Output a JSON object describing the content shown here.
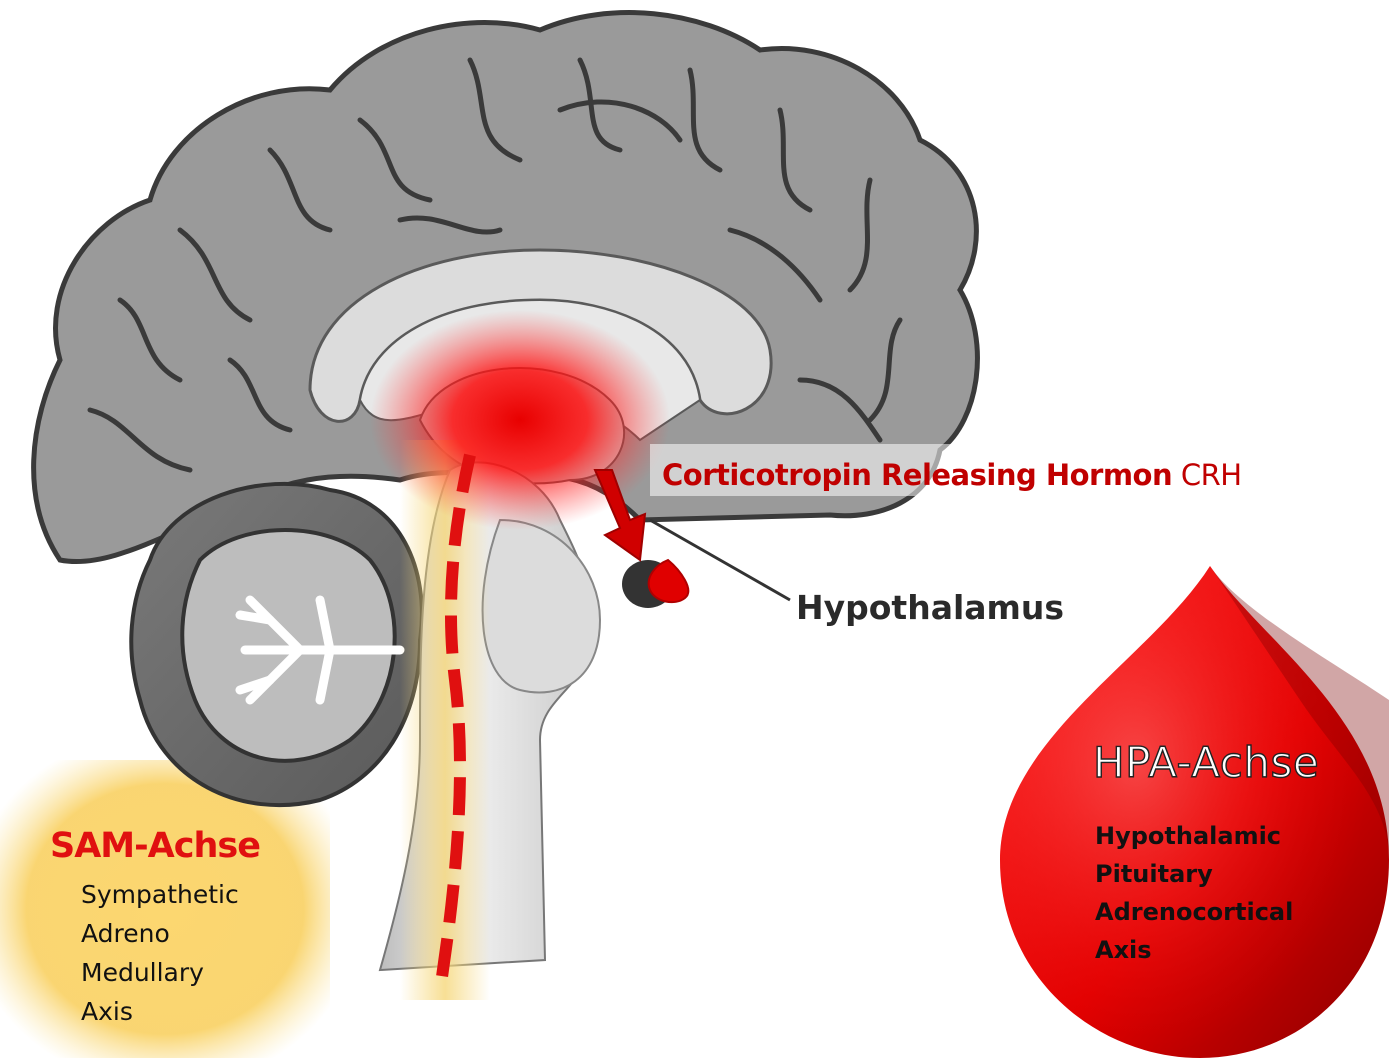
{
  "labels": {
    "crh_bold": "Corticotropin Releasing Hormon",
    "crh_abbr": "CRH",
    "hypothalamus": "Hypothalamus"
  },
  "sam": {
    "title": "SAM-Achse",
    "lines": [
      "Sympathetic",
      "Adreno",
      "Medullary",
      "Axis"
    ]
  },
  "hpa": {
    "title": "HPA-Achse",
    "lines": [
      "Hypothalamic",
      "Pituitary",
      "Adrenocortical",
      "Axis"
    ]
  },
  "colors": {
    "accent_red": "#e01010",
    "dark_red": "#c00000",
    "sam_glow": "#f7c948",
    "brain_gray": "#8c8c8c"
  }
}
